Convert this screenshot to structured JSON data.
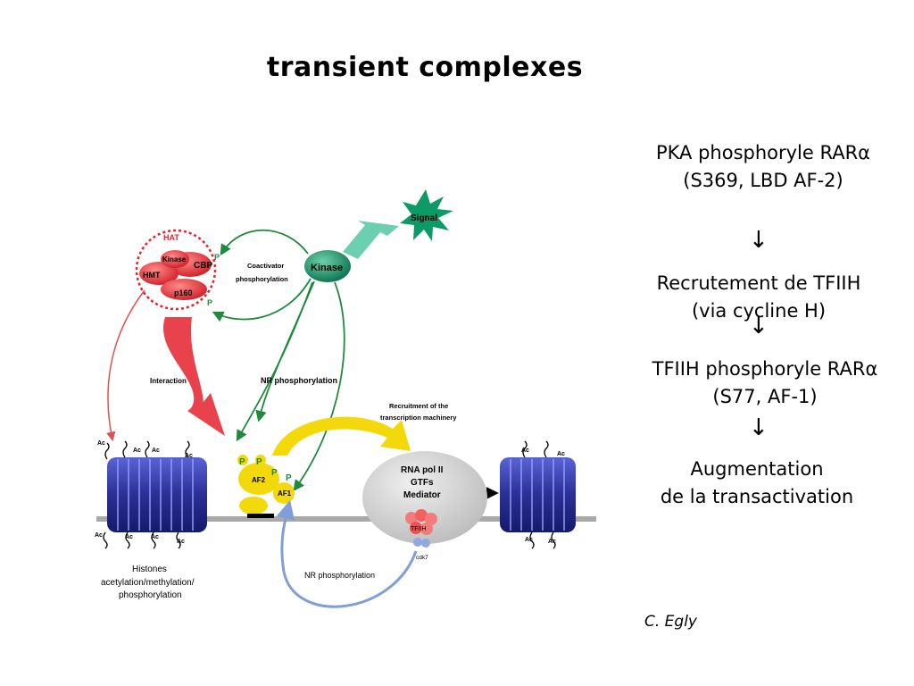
{
  "title": "transient complexes",
  "steps": [
    {
      "line1": "PKA phosphoryle RARα",
      "line2": "(S369, LBD AF-2)"
    },
    {
      "line1": "Recrutement de TFIIH",
      "line2": "(via cycline H)"
    },
    {
      "line1": "TFIIH phosphoryle RARα",
      "line2": "(S77, AF-1)"
    },
    {
      "line1": "Augmentation",
      "line2": "de la transactivation"
    }
  ],
  "step_arrow": "↓",
  "credit": "C. Egly",
  "diagram": {
    "signal": "Signal",
    "kinase": "Kinase",
    "coactivator_phosphorylation_1": "Coactivator",
    "coactivator_phosphorylation_2": "phosphorylation",
    "hat": "HAT",
    "complex_kinase": "Kinase",
    "cbp": "CBP",
    "hmt": "HMT",
    "p160": "p160",
    "p": "P",
    "interaction": "Interaction",
    "nr_phosphorylation_top": "NR phosphorylation",
    "recruitment_1": "Recruitment of the",
    "recruitment_2": "transcription machinery",
    "af2": "AF2",
    "af1": "AF1",
    "rna_pol": "RNA pol II",
    "gtfs": "GTFs",
    "mediator": "Mediator",
    "tfiih": "TFIIH",
    "cdk7": "cdk7",
    "ac": "Ac",
    "nr_phosphorylation_bottom": "NR phosphorylation",
    "histones_1": "Histones",
    "histones_2": "acetylation/methylation/",
    "histones_3": "phosphorylation"
  },
  "colors": {
    "red": "#e8222e",
    "green": "#1e8a3c",
    "teal": "#0c8a62",
    "yellow": "#f3d90c",
    "blue_nucleosome": "#2a2f96",
    "gray_pol": "#c9c9c9",
    "blue_arrow": "#7f9fd6"
  }
}
